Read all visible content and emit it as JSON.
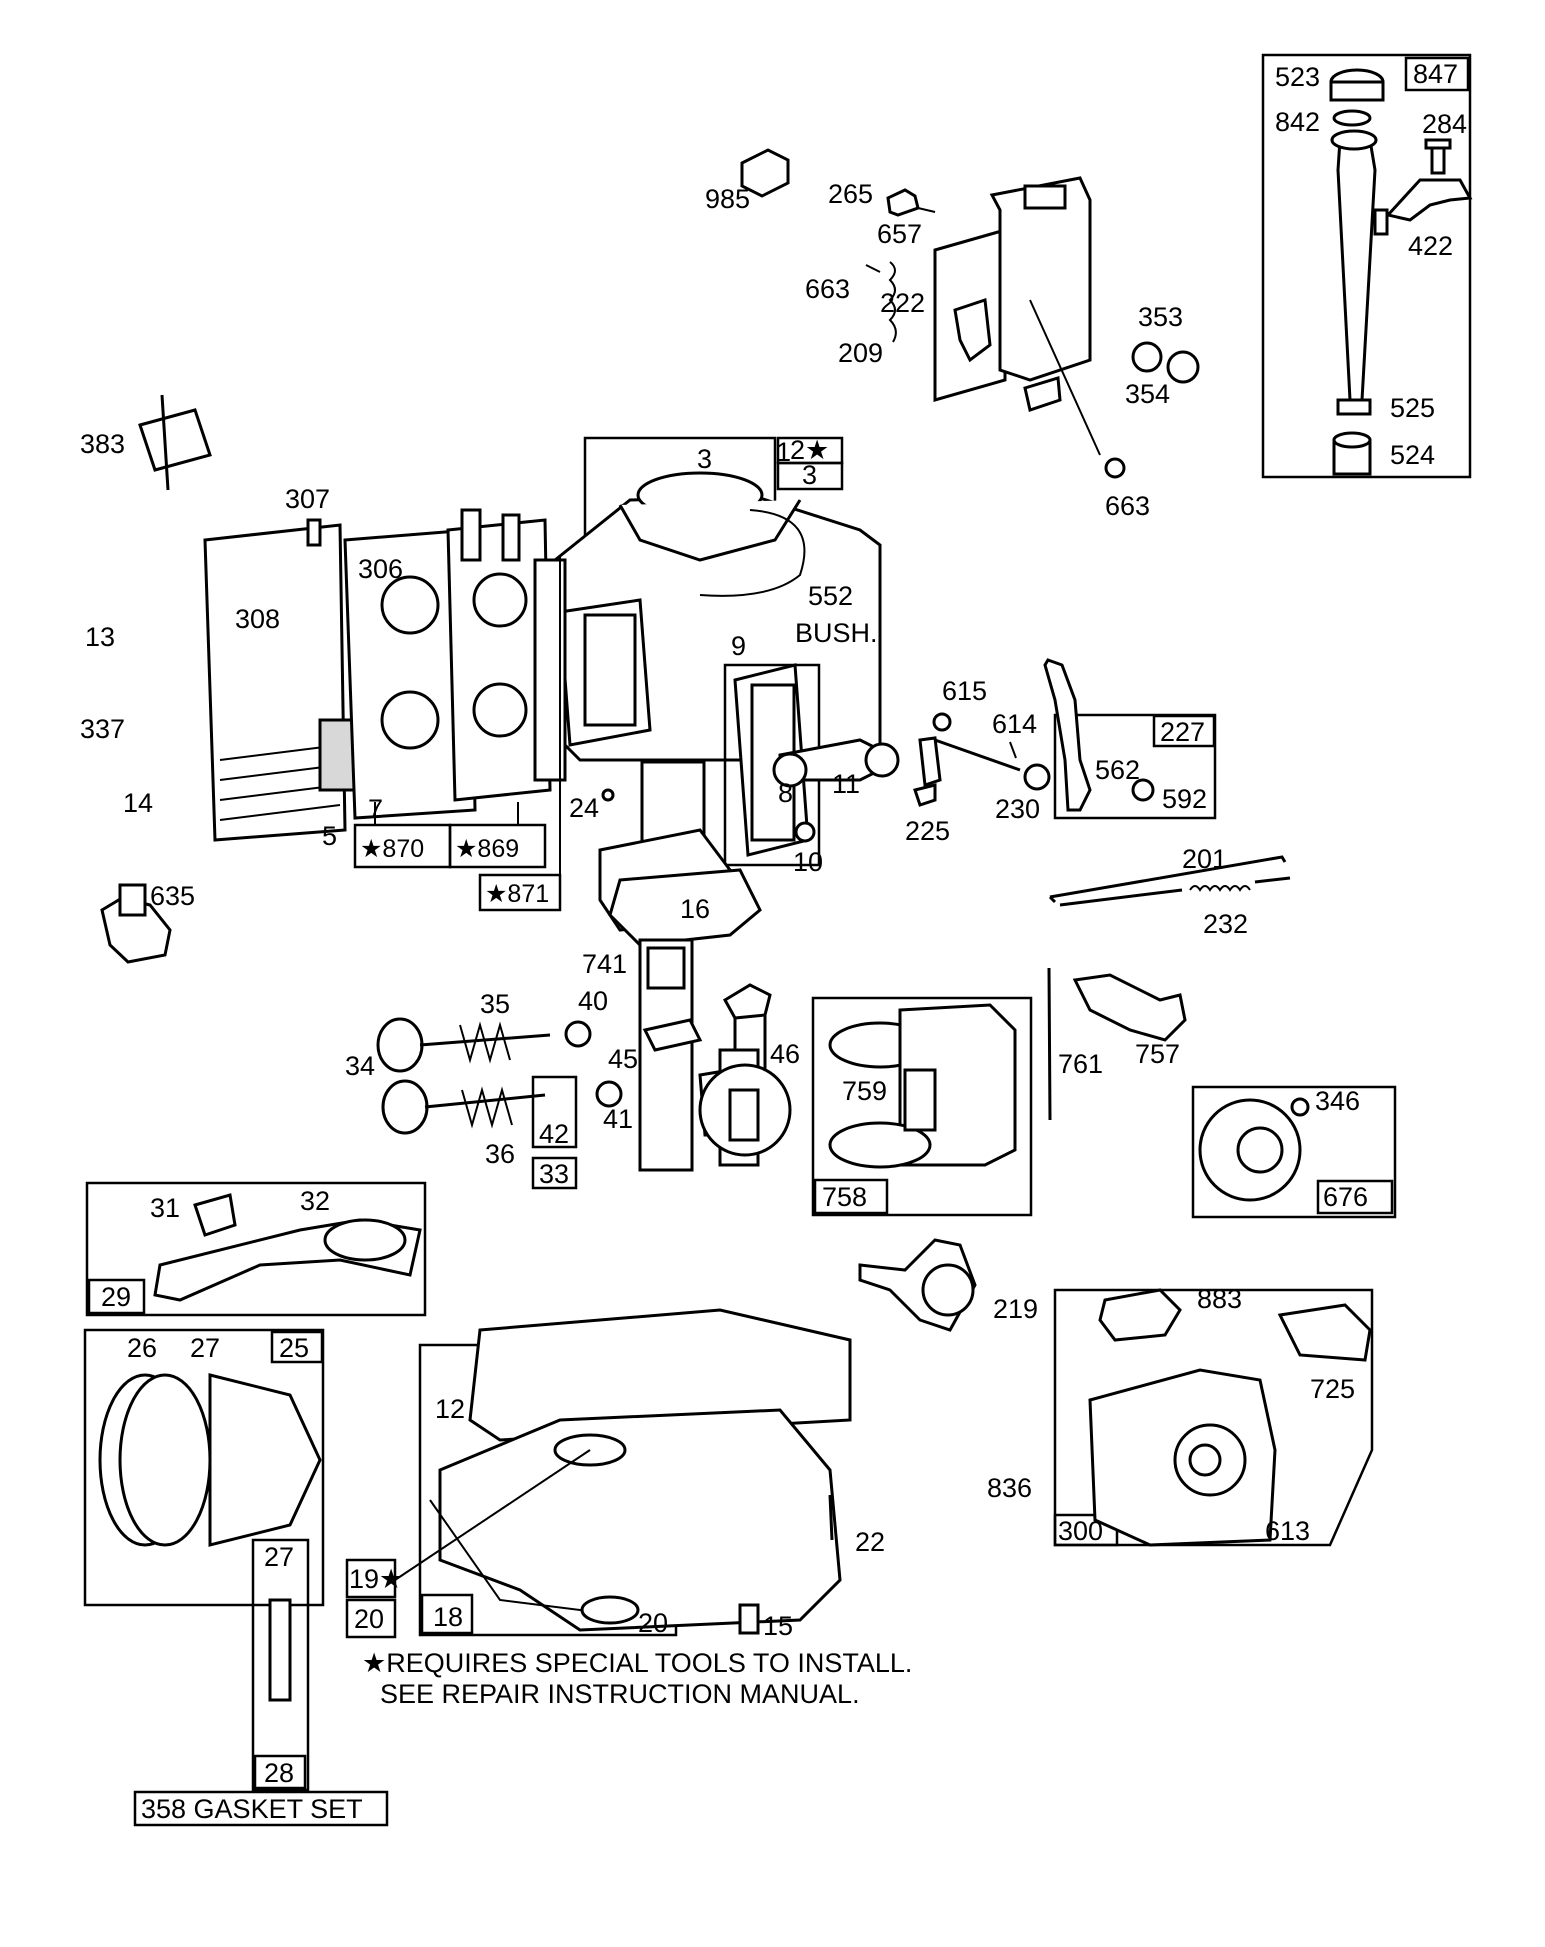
{
  "footnote": {
    "line1": "★REQUIRES SPECIAL TOOLS TO INSTALL.",
    "line2": "SEE REPAIR INSTRUCTION MANUAL."
  },
  "gasket_set": "358 GASKET SET",
  "bush_label": {
    "number": "552",
    "word": "BUSH."
  },
  "boxed": {
    "b1": "1",
    "b2": "2★",
    "b3": "3",
    "b227": "227",
    "b870": "★870",
    "b869": "★869",
    "b871": "★871",
    "b847": "847",
    "b42": "42",
    "b33": "33",
    "b29": "29",
    "b25": "25",
    "b758": "758",
    "b676": "676",
    "b19": "19★",
    "b20": "20",
    "b18": "18",
    "b300": "300",
    "b27": "27",
    "b28": "28"
  },
  "labels": {
    "l985": "985",
    "l265": "265",
    "l657": "657",
    "l663a": "663",
    "l222": "222",
    "l209": "209",
    "l353": "353",
    "l354": "354",
    "l663b": "663",
    "l523": "523",
    "l842": "842",
    "l284": "284",
    "l422": "422",
    "l525": "525",
    "l524": "524",
    "l383": "383",
    "l3": "3",
    "l307": "307",
    "l306": "306",
    "l308": "308",
    "l13": "13",
    "l337": "337",
    "l14": "14",
    "l5": "5",
    "l7": "7",
    "l9": "9",
    "l8": "8",
    "l11": "11",
    "l10": "10",
    "l24": "24",
    "l615": "615",
    "l614": "614",
    "l225": "225",
    "l230": "230",
    "l562": "562",
    "l592": "592",
    "l201": "201",
    "l232": "232",
    "l635": "635",
    "l16": "16",
    "l741": "741",
    "l35": "35",
    "l40": "40",
    "l34": "34",
    "l45": "45",
    "l46": "46",
    "l41": "41",
    "l36": "36",
    "l761": "761",
    "l757": "757",
    "l759": "759",
    "l346": "346",
    "l31": "31",
    "l32": "32",
    "l26": "26",
    "l27": "27",
    "l219": "219",
    "l883": "883",
    "l725": "725",
    "l12": "12",
    "l836": "836",
    "l613": "613",
    "l22": "22",
    "l20": "20",
    "l15": "15"
  }
}
